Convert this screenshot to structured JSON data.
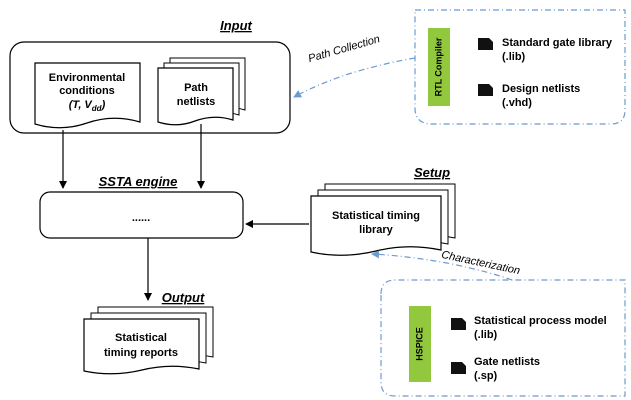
{
  "input_label": "Input",
  "setup_label": "Setup",
  "engine_label": "SSTA engine",
  "output_label": "Output",
  "environmental": {
    "line1": "Environmental",
    "line2": "conditions",
    "var_t": "T, V",
    "var_sub": "dd"
  },
  "path_netlists": {
    "line1": "Path",
    "line2": "netlists"
  },
  "engine_box_text": "......",
  "timing_library": {
    "line1": "Statistical timing",
    "line2": "library"
  },
  "timing_reports": {
    "line1": "Statistical",
    "line2": "timing reports"
  },
  "path_collection_label": "Path Collection",
  "characterization_label": "Characterization",
  "rtl_panel": {
    "tool": "RTL Compiler",
    "items": [
      {
        "line1": "Standard gate library",
        "line2": "(.lib)"
      },
      {
        "line1": "Design netlists",
        "line2": "(.vhd)"
      }
    ]
  },
  "hspice_panel": {
    "tool": "HSPICE",
    "items": [
      {
        "line1": "Statistical process model",
        "line2": "(.lib)"
      },
      {
        "line1": "Gate netlists",
        "line2": "(.sp)"
      }
    ]
  },
  "colors": {
    "dashed_border": "#6c9bd2",
    "tool_tag": "#92c83e",
    "arrow": "#000000"
  }
}
